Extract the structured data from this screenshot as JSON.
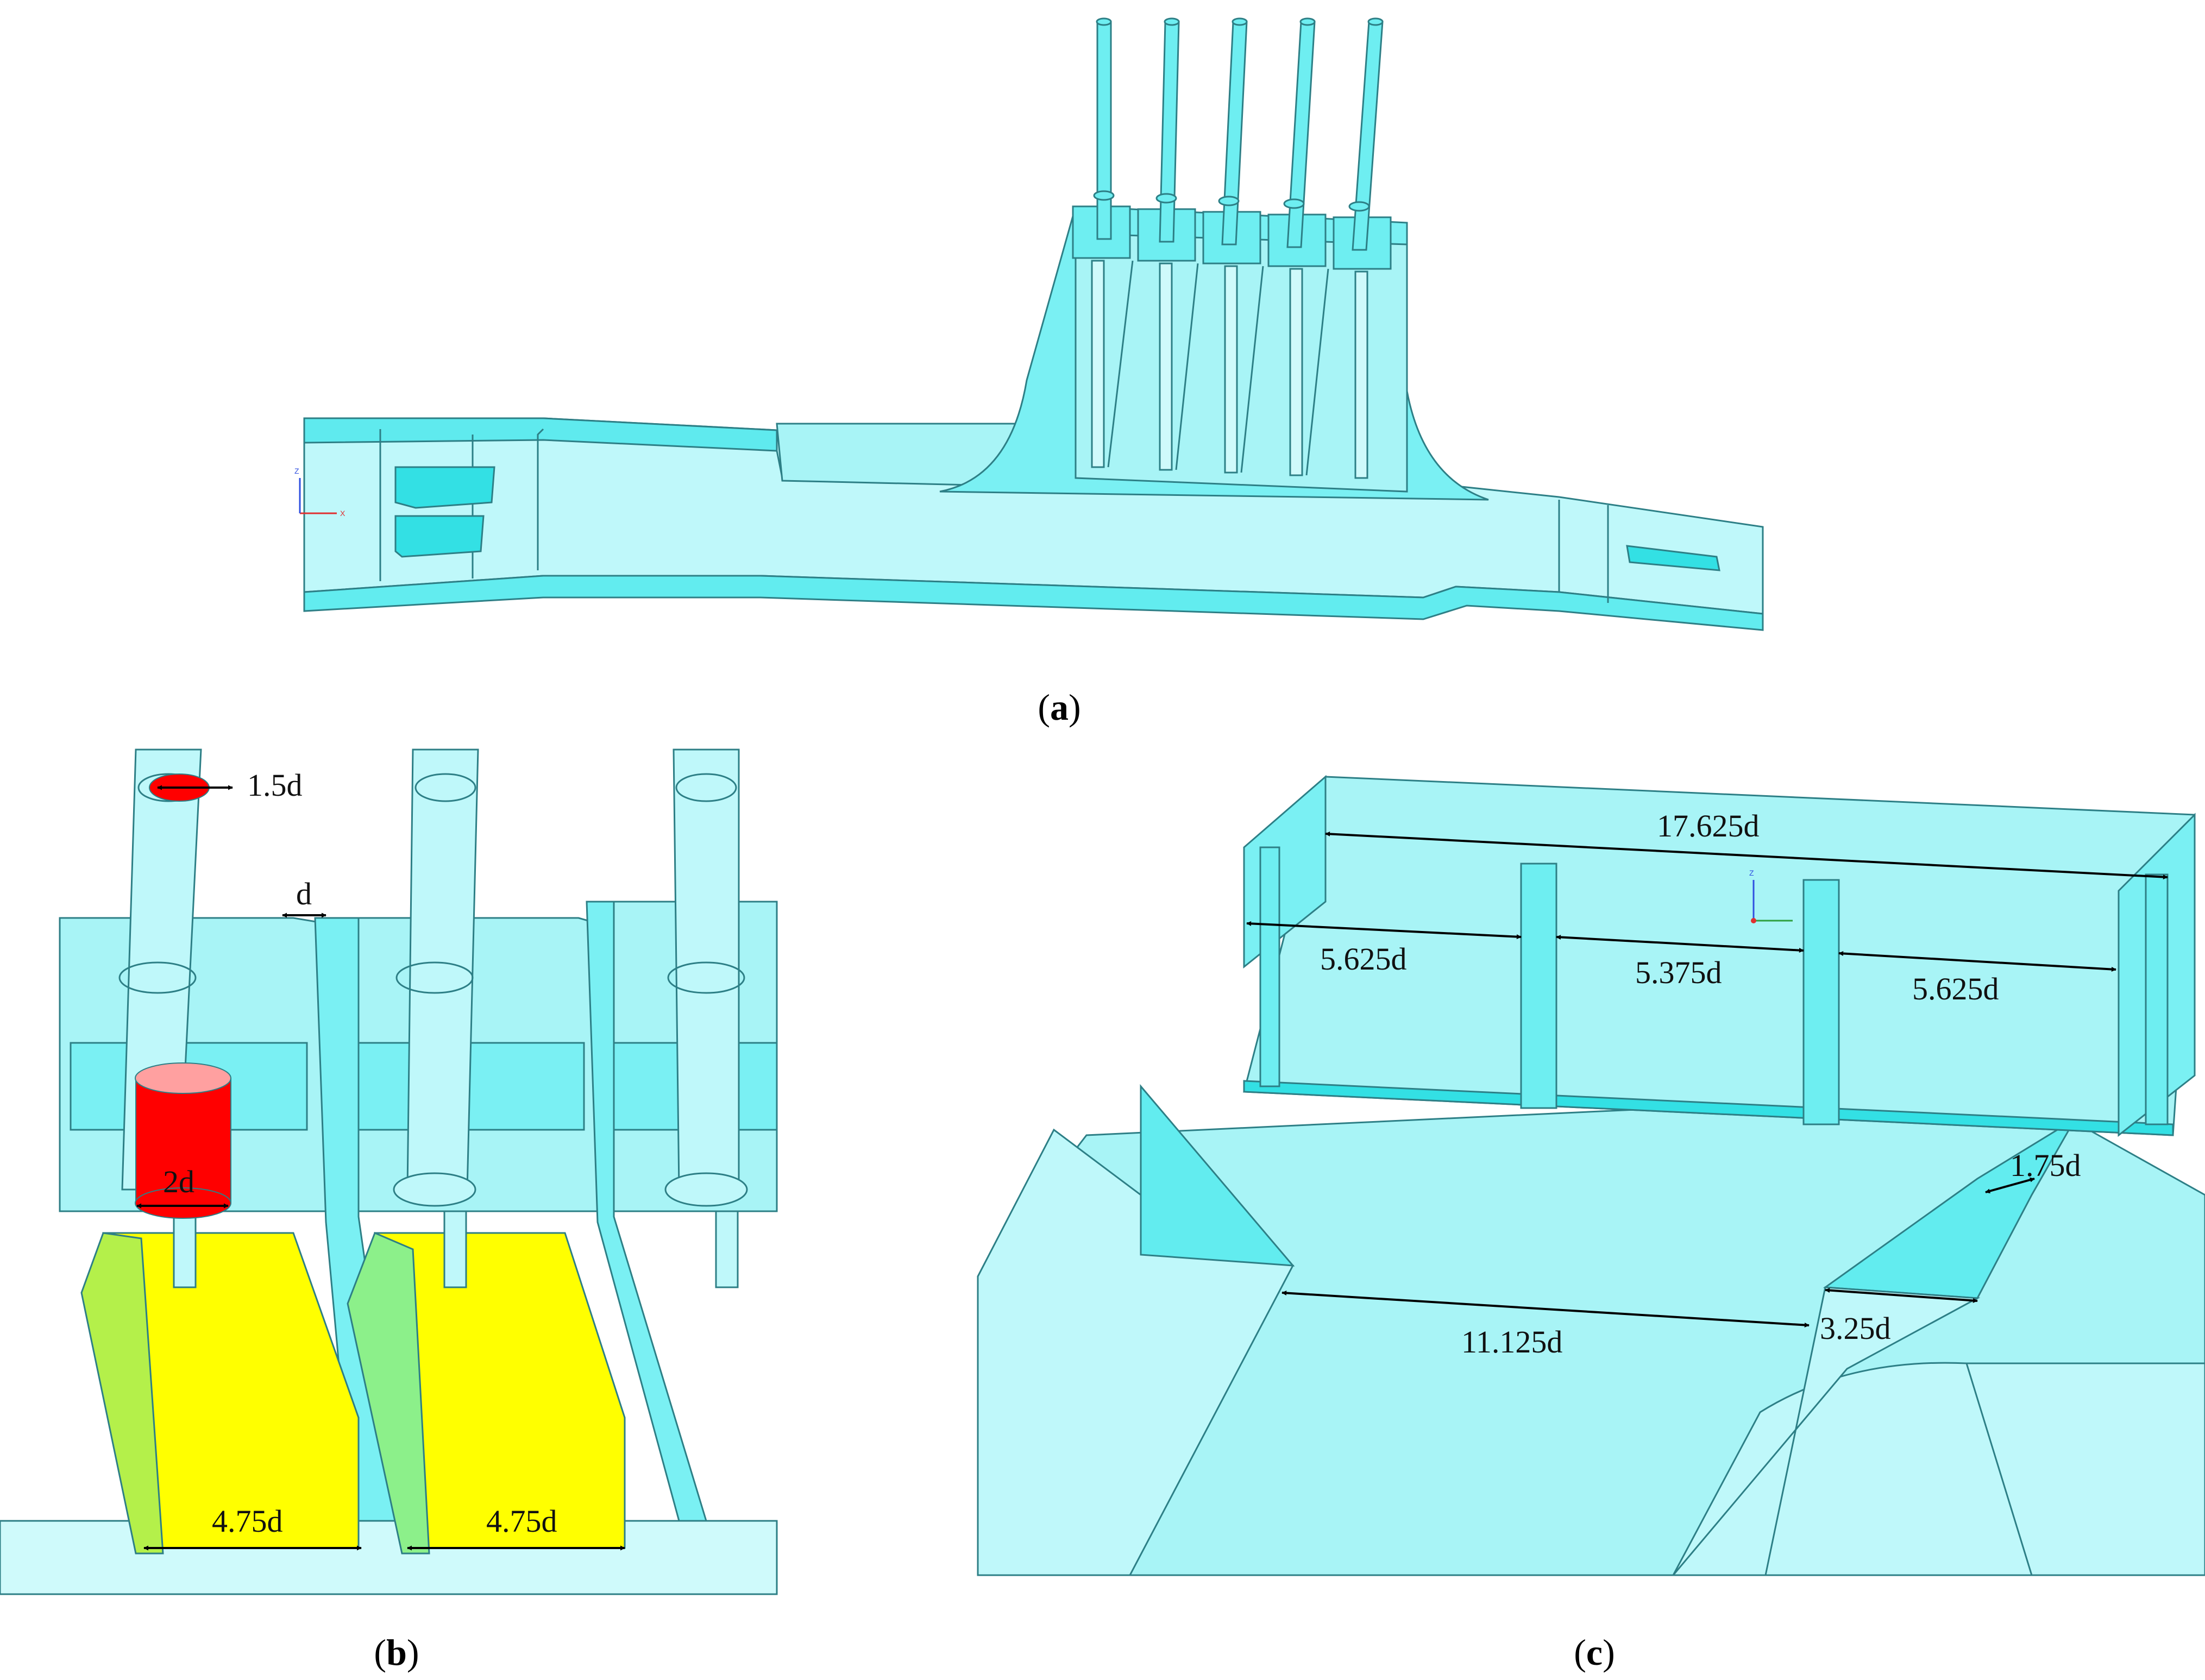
{
  "panels": {
    "a": {
      "caption_open": "(",
      "caption_letter": "a",
      "caption_close": ")",
      "axis": {
        "x": "X",
        "z": "Z"
      }
    },
    "b": {
      "caption_open": "(",
      "caption_letter": "b",
      "caption_close": ")",
      "dims": {
        "pipe_diameter": "1.5d",
        "gap": "d",
        "cylinder_diameter": "2d",
        "bottom_left": "4.75d",
        "bottom_right": "4.75d"
      }
    },
    "c": {
      "caption_open": "(",
      "caption_letter": "c",
      "caption_close": ")",
      "axis": {
        "z": "Z"
      },
      "dims": {
        "total_width": "17.625d",
        "left_span": "5.625d",
        "middle_span": "5.375d",
        "right_span": "5.625d",
        "side_gap": "1.75d",
        "throat": "11.125d",
        "wall_offset": "3.25d"
      }
    }
  },
  "colors": {
    "model_fill": "#a8f4f6",
    "model_light": "#bff8fa",
    "model_dark": "#3fe6ea",
    "edge": "#2d7f86",
    "highlight_red": "#ff0000",
    "highlight_yellow": "#ffff00",
    "highlight_green": "#b4f04a"
  }
}
